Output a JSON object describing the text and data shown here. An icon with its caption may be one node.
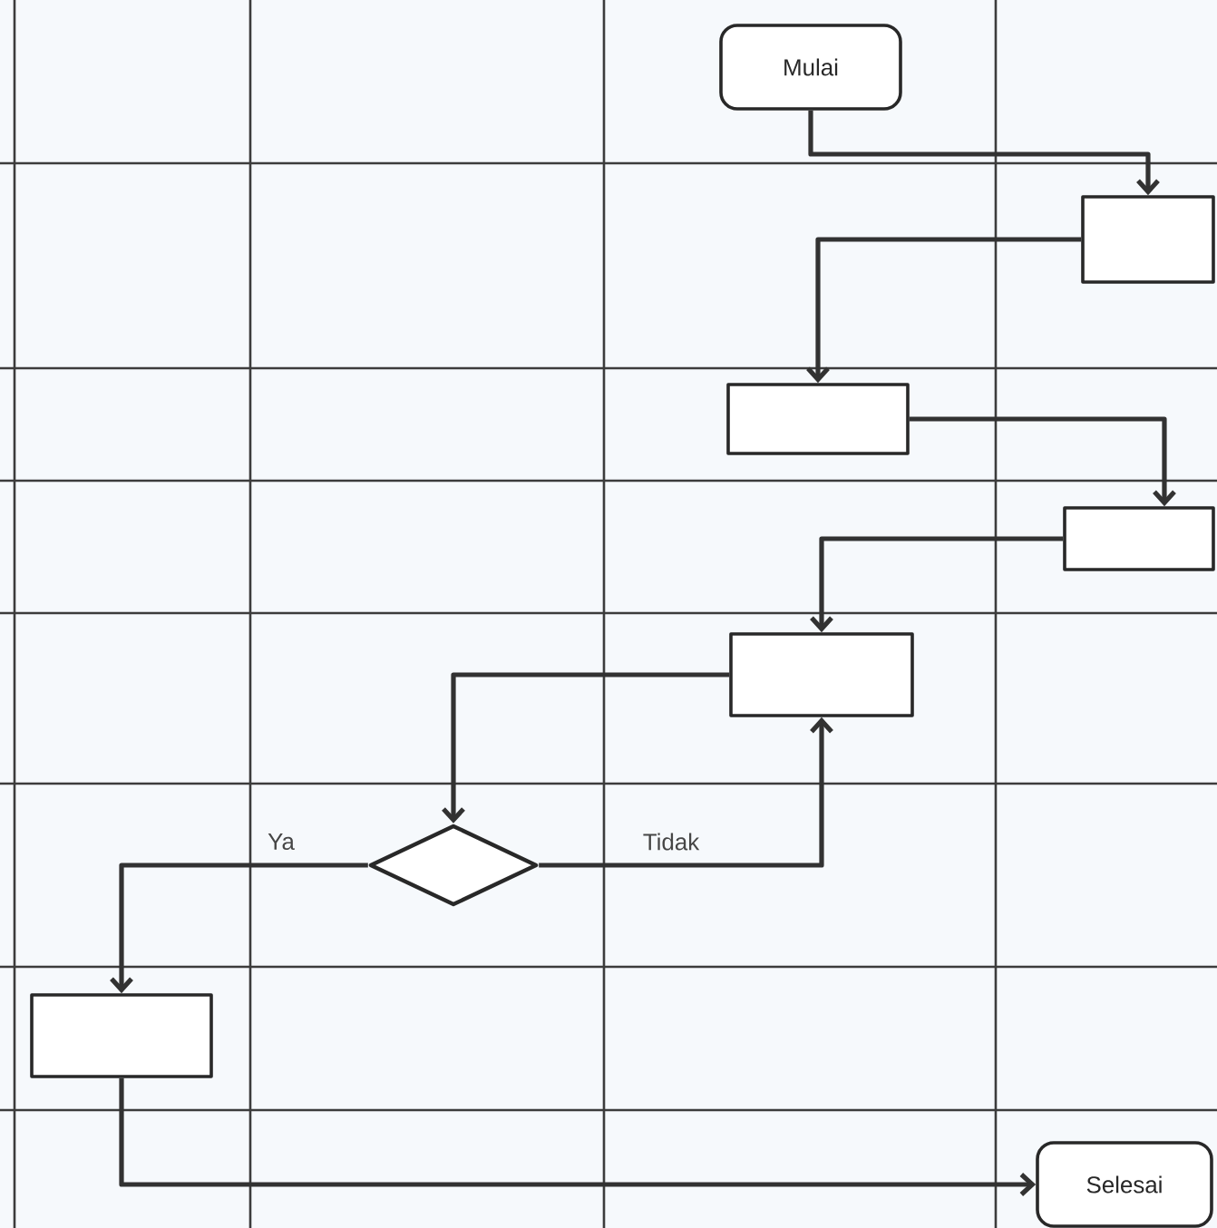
{
  "diagram": {
    "nodes": [
      {
        "text": [
          "Mulai"
        ]
      },
      {
        "text": [],
        "shape": "box"
      },
      {
        "text": [],
        "shape": "box"
      },
      {
        "text": [],
        "shape": "box"
      },
      {
        "text": [],
        "shape": "box"
      },
      {
        "text": [],
        "shape": "diamond"
      },
      {
        "text": [],
        "shape": "box"
      },
      {
        "text": [
          "Selesai"
        ]
      }
    ],
    "edges": [
      {
        "from": 0,
        "to": 1,
        "arrow": "to"
      },
      {
        "from": 1,
        "to": 2,
        "arrow": "to"
      },
      {
        "from": 2,
        "to": 3,
        "arrow": "to"
      },
      {
        "from": 3,
        "to": 4,
        "arrow": "to"
      },
      {
        "from": 4,
        "to": 5,
        "arrow": "to"
      },
      {
        "from": 5,
        "to": 6,
        "arrow": "to",
        "label": "Ya"
      },
      {
        "from": 5,
        "to": 4,
        "arrow": "to",
        "label": "Tidak"
      },
      {
        "from": 6,
        "to": 7,
        "arrow": "to"
      }
    ]
  }
}
